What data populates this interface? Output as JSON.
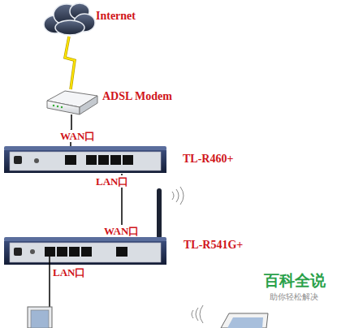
{
  "diagram": {
    "nodes": [
      {
        "text": [
          "Internet"
        ]
      },
      {
        "text": [
          "ADSL Modem"
        ]
      },
      {
        "text": [
          "TL-R460+"
        ]
      },
      {
        "text": [
          "TL-R541G+"
        ]
      }
    ],
    "edges": [
      {
        "from": 0,
        "to": 1,
        "arrow": "none"
      },
      {
        "from": 1,
        "to": 2,
        "arrow": "none"
      },
      {
        "from": 2,
        "to": 3,
        "arrow": "none"
      }
    ],
    "labels": [
      "WAN口",
      "LAN口",
      "WAN口",
      "LAN口",
      "百科全说",
      "助你轻松解决"
    ]
  }
}
